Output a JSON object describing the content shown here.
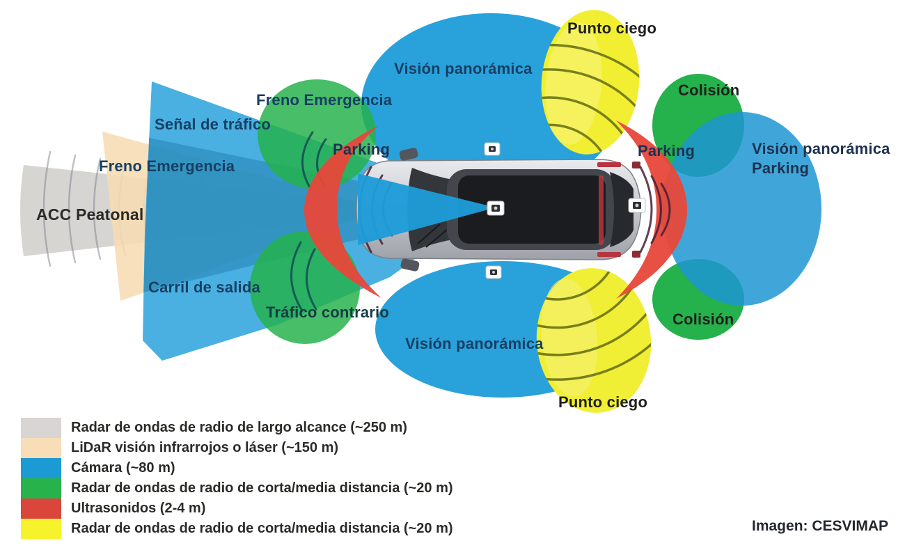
{
  "figure": {
    "credit": "Imagen: CESVIMAP"
  },
  "colors": {
    "long_range_radar_gray": "#d5d3d0",
    "lidar_peach": "#f6dcb2",
    "camera_blue": "#29a2dc",
    "short_mid_radar_green": "#25b14b",
    "ultrasonic_red": "#e8473a",
    "short_mid_radar_yellow": "#f2ef33"
  },
  "zones": {
    "punto_ciego_top": {
      "label": "Punto ciego"
    },
    "vision_top": {
      "label": "Visión panorámica"
    },
    "colision_top": {
      "label": "Colisión"
    },
    "freno_top": {
      "label": "Freno Emergencia"
    },
    "senal_trafico": {
      "label": "Señal de tráfico"
    },
    "freno_left": {
      "label": "Freno Emergencia"
    },
    "parking_front": {
      "label": "Parking"
    },
    "parking_rear": {
      "label": "Parking"
    },
    "vision_parking": {
      "line1": "Visión panorámica",
      "line2": "Parking"
    },
    "acc_peatonal": {
      "label": "ACC Peatonal"
    },
    "carril_salida": {
      "label": "Carril de salida"
    },
    "trafico_contrario": {
      "label": "Tráfico contrario"
    },
    "vision_bottom": {
      "label": "Visión panorámica"
    },
    "colision_bottom": {
      "label": "Colisión"
    },
    "punto_ciego_bottom": {
      "label": "Punto ciego"
    }
  },
  "legend": {
    "items": [
      {
        "color": "#d8d5d2",
        "label": "Radar de ondas de radio de largo alcance (~250 m)"
      },
      {
        "color": "#f8ddb6",
        "label": "LiDaR visión infrarrojos o láser (~150 m)"
      },
      {
        "color": "#1b9ad4",
        "label": "Cámara (~80 m)"
      },
      {
        "color": "#27b24c",
        "label": "Radar de ondas de radio de corta/media distancia (~20 m)"
      },
      {
        "color": "#da453c",
        "label": "Ultrasonidos (2-4 m)"
      },
      {
        "color": "#f6f22c",
        "label": "Radar de ondas de radio de corta/media distancia (~20 m)"
      }
    ]
  }
}
